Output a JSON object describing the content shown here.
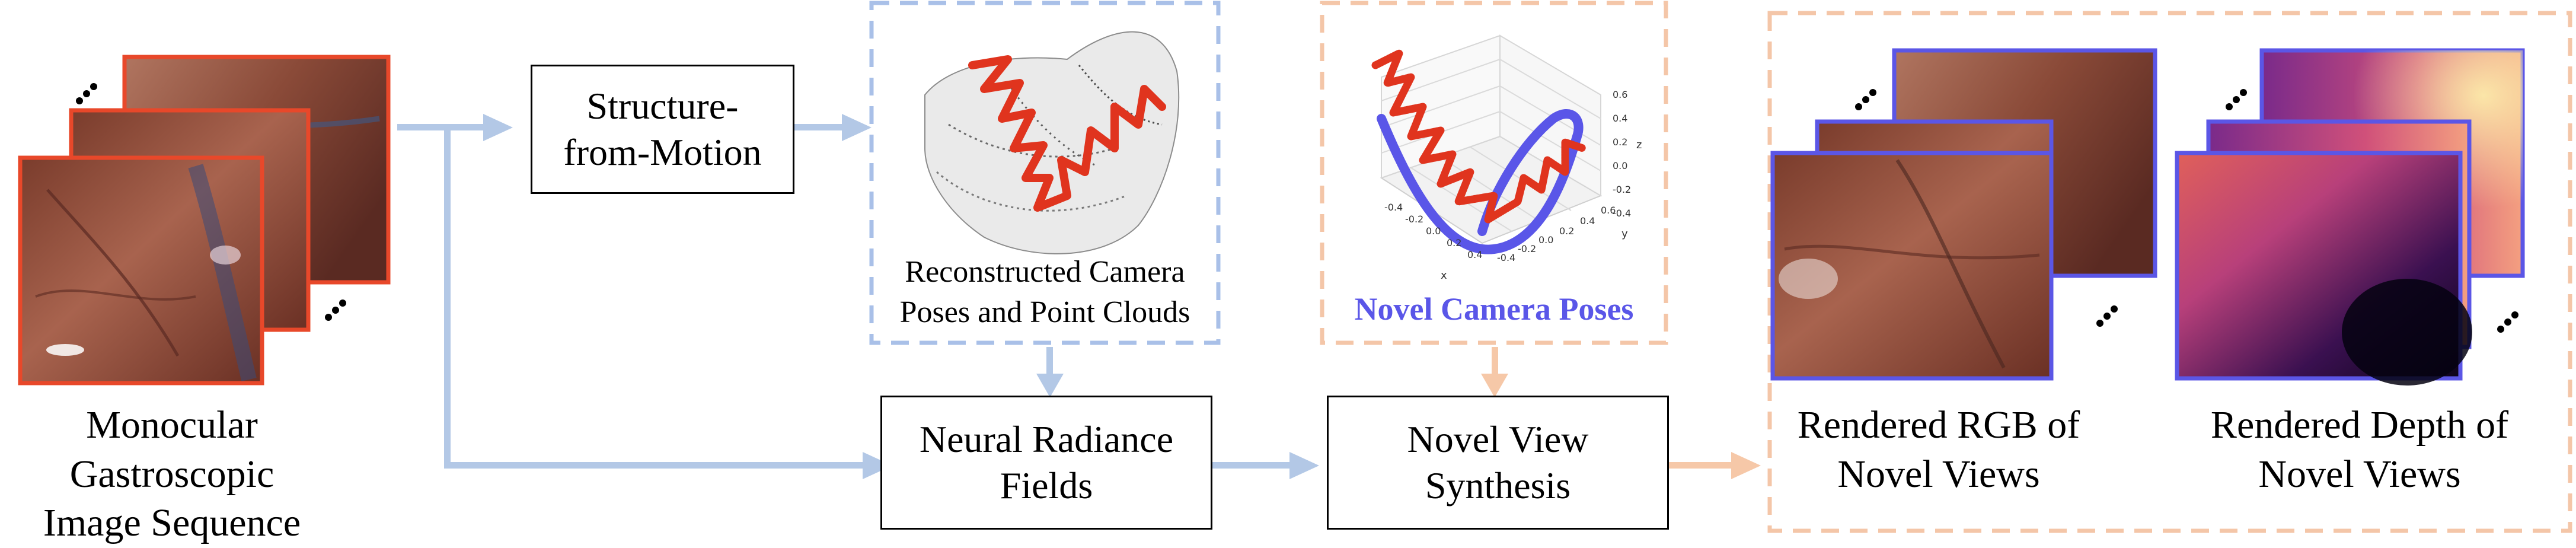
{
  "input": {
    "caption": "Monocular Gastroscopic\nImage Sequence",
    "ellipsis": "..."
  },
  "sfm": {
    "label": "Structure-\nfrom-Motion"
  },
  "reconstruction": {
    "caption": "Reconstructed Camera\nPoses and Point Clouds"
  },
  "novel_poses": {
    "caption": "Novel Camera Poses",
    "plot_ticks": [
      "0.6",
      "0.4",
      "0.2",
      "0.0",
      "-0.2",
      "-0.4",
      "-0.4",
      "-0.2",
      "0.0",
      "0.2",
      "0.4",
      "-0.4",
      "-0.2",
      "0.0",
      "0.2",
      "0.4",
      "0.6"
    ],
    "axis_letters": [
      "z",
      "x",
      "y"
    ]
  },
  "nerf": {
    "label": "Neural Radiance\nFields"
  },
  "nvs": {
    "label": "Novel View\nSynthesis"
  },
  "outputs": {
    "rgb_caption": "Rendered RGB of\nNovel Views",
    "depth_caption": "Rendered Depth of\nNovel Views",
    "ellipsis": "..."
  },
  "colors": {
    "input_frame": "#e8482a",
    "novel_frame": "#5b56e6",
    "flow_arrow": "#b3c8e6",
    "recon_dash": "#a9c0e8",
    "novel_dash": "#f4c6a8",
    "output_arrow": "#f6c8a8",
    "trajectory": "#e0341e",
    "novel_path": "#5a56e8"
  }
}
